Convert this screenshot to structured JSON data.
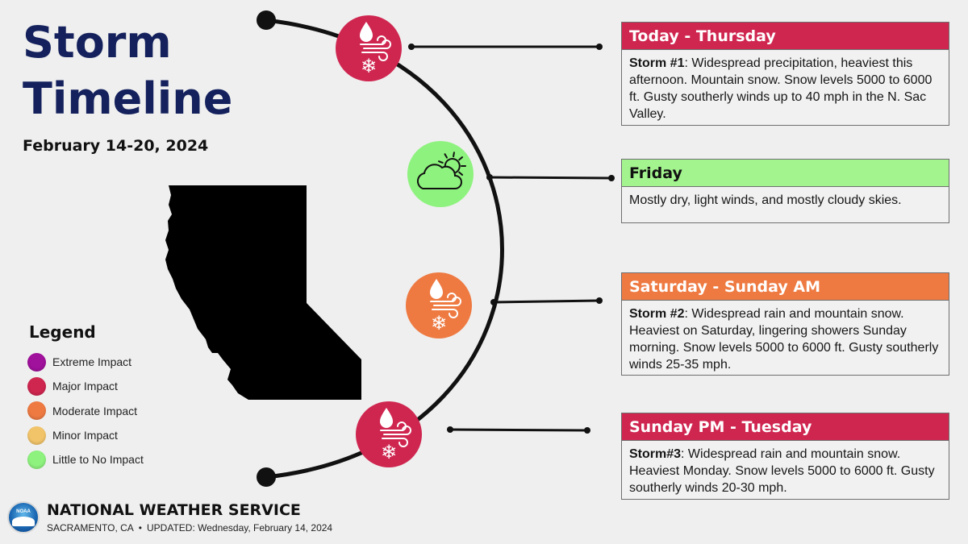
{
  "header": {
    "title_line1": "Storm",
    "title_line2": "Timeline",
    "dates": "February 14-20, 2024"
  },
  "legend": {
    "title": "Legend",
    "items": [
      {
        "label": "Extreme Impact",
        "color": "#a0119c"
      },
      {
        "label": "Major Impact",
        "color": "#cf2650"
      },
      {
        "label": "Moderate Impact",
        "color": "#ee7a42"
      },
      {
        "label": "Minor Impact",
        "color": "#f2c46a"
      },
      {
        "label": "Little to No Impact",
        "color": "#8ef27e"
      }
    ]
  },
  "timeline": [
    {
      "heading": "Today - Thursday",
      "head_color": "#cf2650",
      "head_text_color": "#ffffff",
      "impact": "Major Impact",
      "icons": [
        "raindrop-icon",
        "wind-icon",
        "snowflake-icon"
      ],
      "storm_label": "Storm #1",
      "text": ": Widespread precipitation, heaviest this afternoon. Mountain snow. Snow levels 5000 to 6000 ft. Gusty southerly winds up to 40 mph in the N. Sac Valley."
    },
    {
      "heading": "Friday",
      "head_color": "#a3f48f",
      "head_text_color": "#111111",
      "impact": "Little to No Impact",
      "icons": [
        "cloud-sun-icon"
      ],
      "storm_label": "",
      "text": "Mostly dry, light winds, and mostly cloudy skies."
    },
    {
      "heading": "Saturday - Sunday AM",
      "head_color": "#ee7a42",
      "head_text_color": "#ffffff",
      "impact": "Moderate Impact",
      "icons": [
        "raindrop-icon",
        "wind-icon",
        "snowflake-icon"
      ],
      "storm_label": "Storm #2",
      "text": ": Widespread rain and mountain snow. Heaviest on Saturday, lingering showers Sunday morning. Snow levels 5000 to 6000 ft. Gusty southerly winds 25-35 mph."
    },
    {
      "heading": "Sunday PM - Tuesday",
      "head_color": "#cf2650",
      "head_text_color": "#ffffff",
      "impact": "Major Impact",
      "icons": [
        "raindrop-icon",
        "wind-icon",
        "snowflake-icon"
      ],
      "storm_label": "Storm#3",
      "text": ": Widespread rain and mountain snow. Heaviest Monday. Snow levels 5000 to 6000 ft. Gusty southerly winds 20-30 mph."
    }
  ],
  "footer": {
    "agency": "NATIONAL WEATHER SERVICE",
    "office": "SACRAMENTO, CA",
    "separator": "•",
    "updated": "UPDATED: Wednesday, February 14, 2024",
    "logo_text": "NOAA"
  }
}
